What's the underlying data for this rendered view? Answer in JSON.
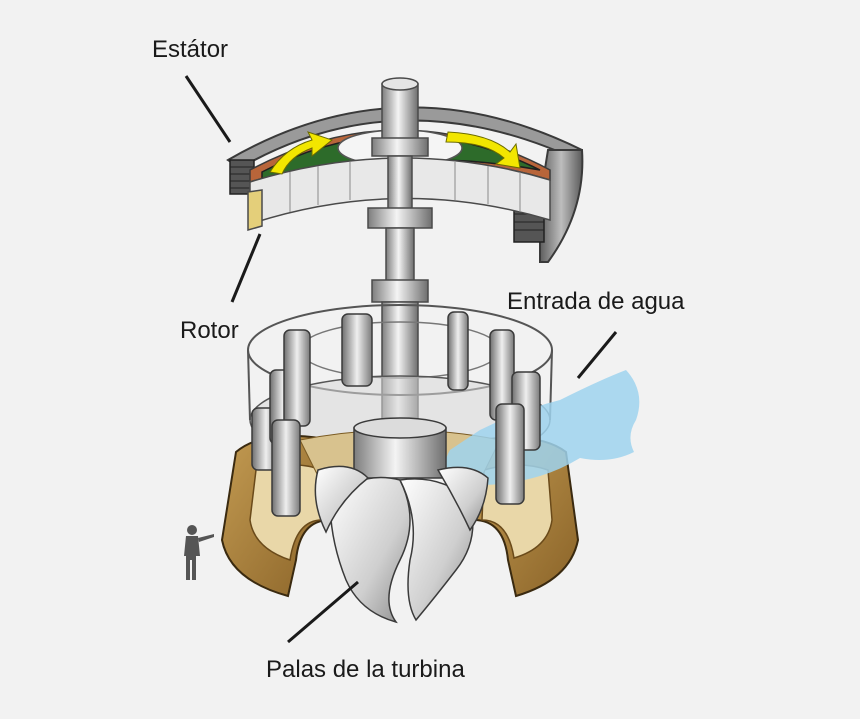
{
  "labels": {
    "stator": "Estátor",
    "rotor": "Rotor",
    "water_inlet": "Entrada de agua",
    "turbine_blades": "Palas de la turbina"
  },
  "colors": {
    "background": "#f2f2f2",
    "rotor_green": "#2d6b2a",
    "rotation_arrows": "#f2e600",
    "stator_metal": "#8c8c8c",
    "casing_brown": "#a07a3a",
    "water": "#9fd3ef",
    "turbine_steel": "#c9c9c9"
  },
  "icons": {
    "rotation": "rotation-arrow-icon",
    "person": "person-scale-icon"
  }
}
